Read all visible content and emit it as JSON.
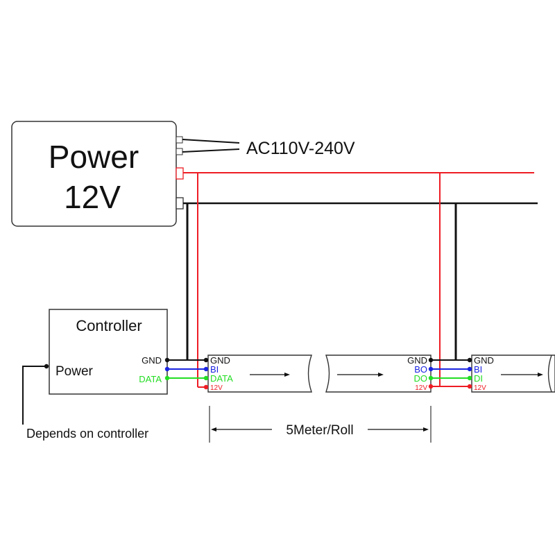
{
  "colors": {
    "black": "#111111",
    "red": "#ee1c24",
    "blue": "#1a23e0",
    "green": "#22dd22",
    "box": "#333333"
  },
  "power_supply": {
    "title": "Power",
    "voltage": "12V",
    "ac_label": "AC110V-240V"
  },
  "controller": {
    "title": "Controller",
    "power_label": "Power",
    "gnd_label": "GND",
    "data_label": "DATA",
    "note": "Depends on controller"
  },
  "strip_in": {
    "gnd": "GND",
    "bi": "BI",
    "data": "DATA",
    "v12": "12V"
  },
  "strip_out": {
    "gnd": "GND",
    "bo": "BO",
    "do": "DO",
    "v12": "12V"
  },
  "strip_next": {
    "gnd": "GND",
    "bi": "BI",
    "di": "DI",
    "v12": "12V"
  },
  "measurement": {
    "label": "5Meter/Roll"
  }
}
